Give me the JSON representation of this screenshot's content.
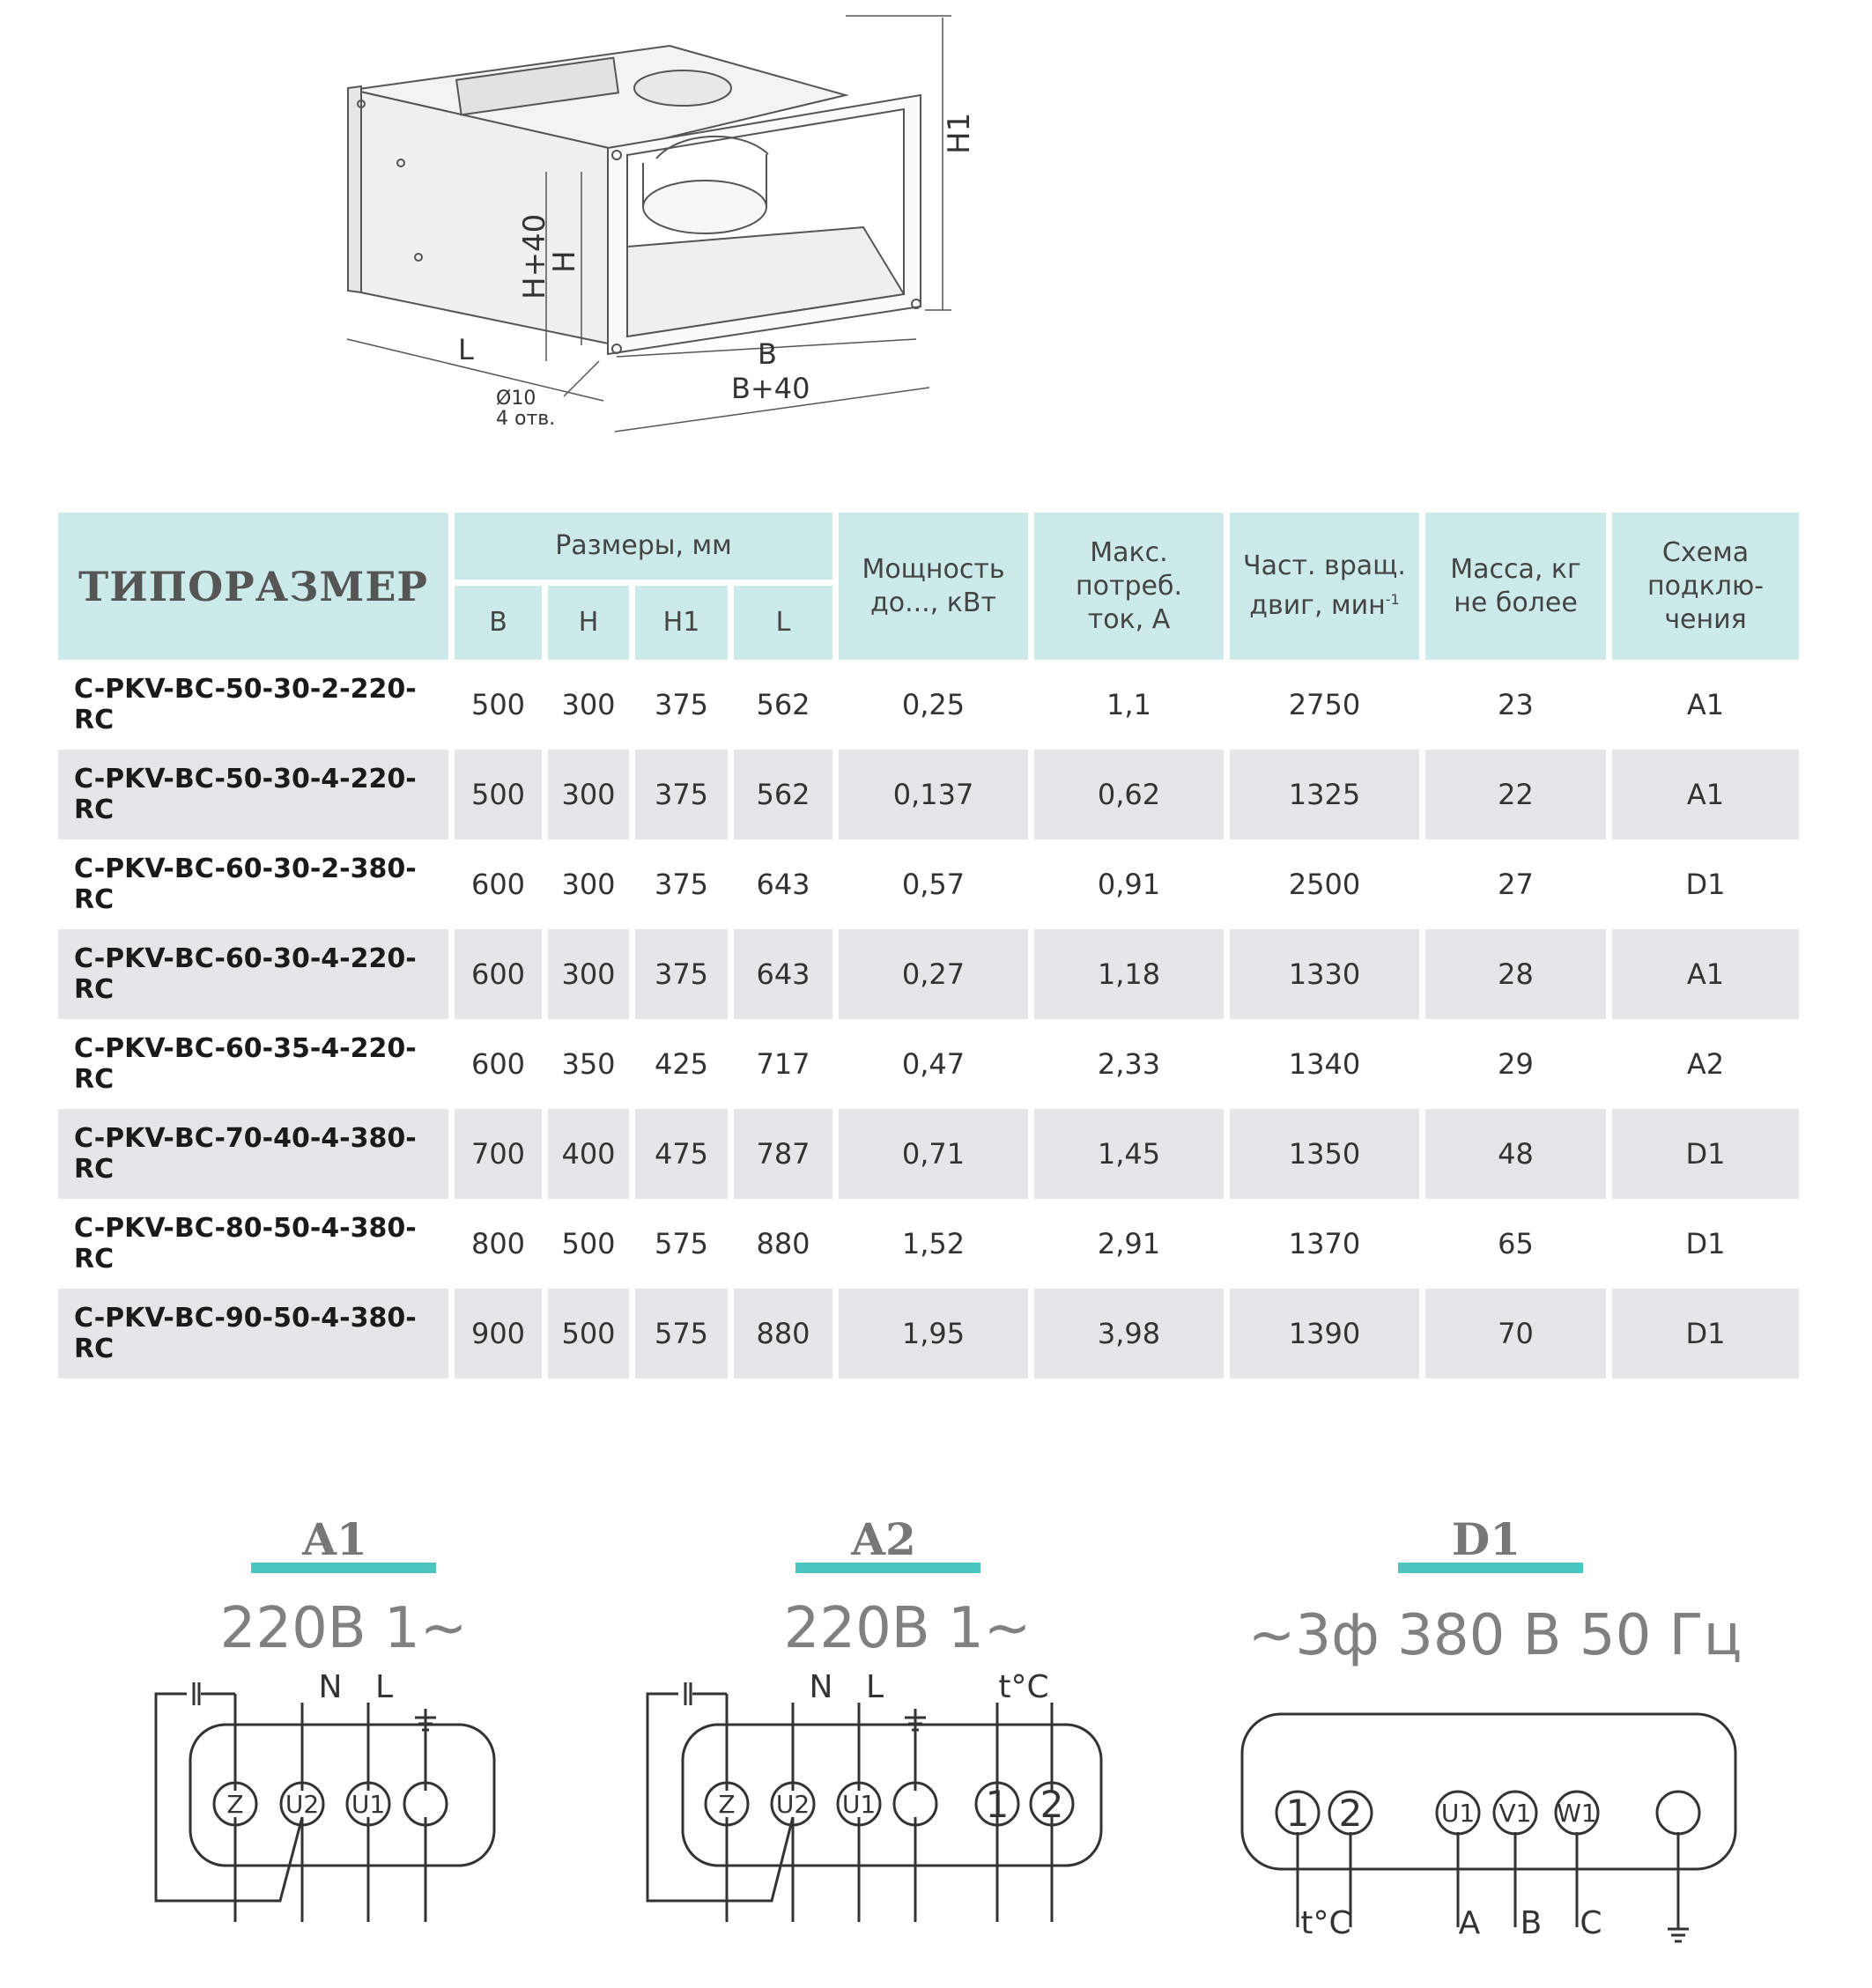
{
  "drawing": {
    "dims": {
      "h1": "H1",
      "h40": "H+40",
      "h": "H",
      "l": "L",
      "b": "B",
      "b40": "B+40",
      "hole": "Ø10",
      "holes": "4 отв."
    }
  },
  "table": {
    "header": {
      "model": "ТИПОРАЗМЕР",
      "sizes": "Размеры, мм",
      "b": "B",
      "h": "H",
      "h1": "H1",
      "l": "L",
      "power_l1": "Мощность",
      "power_l2": "до..., кВт",
      "current_l1": "Макс.",
      "current_l2": "потреб.",
      "current_l3": "ток, А",
      "rpm_l1": "Част. вращ.",
      "rpm_l2": "двиг, мин",
      "rpm_sup": "-1",
      "mass_l1": "Масса, кг",
      "mass_l2": "не более",
      "scheme_l1": "Схема",
      "scheme_l2": "подклю-",
      "scheme_l3": "чения"
    },
    "rows": [
      [
        "C-PKV-BC-50-30-2-220-RC",
        "500",
        "300",
        "375",
        "562",
        "0,25",
        "1,1",
        "2750",
        "23",
        "A1"
      ],
      [
        "C-PKV-BC-50-30-4-220-RC",
        "500",
        "300",
        "375",
        "562",
        "0,137",
        "0,62",
        "1325",
        "22",
        "A1"
      ],
      [
        "C-PKV-BC-60-30-2-380-RC",
        "600",
        "300",
        "375",
        "643",
        "0,57",
        "0,91",
        "2500",
        "27",
        "D1"
      ],
      [
        "C-PKV-BC-60-30-4-220-RC",
        "600",
        "300",
        "375",
        "643",
        "0,27",
        "1,18",
        "1330",
        "28",
        "A1"
      ],
      [
        "C-PKV-BC-60-35-4-220-RC",
        "600",
        "350",
        "425",
        "717",
        "0,47",
        "2,33",
        "1340",
        "29",
        "A2"
      ],
      [
        "C-PKV-BC-70-40-4-380-RC",
        "700",
        "400",
        "475",
        "787",
        "0,71",
        "1,45",
        "1350",
        "48",
        "D1"
      ],
      [
        "C-PKV-BC-80-50-4-380-RC",
        "800",
        "500",
        "575",
        "880",
        "1,52",
        "2,91",
        "1370",
        "65",
        "D1"
      ],
      [
        "C-PKV-BC-90-50-4-380-RC",
        "900",
        "500",
        "575",
        "880",
        "1,95",
        "3,98",
        "1390",
        "70",
        "D1"
      ]
    ]
  },
  "schemes": {
    "a1": {
      "title": "A1",
      "voltage": "220В 1~",
      "n": "N",
      "l": "L",
      "t1": "Z",
      "t2": "U2",
      "t3": "U1"
    },
    "a2": {
      "title": "A2",
      "voltage": "220В 1~",
      "n": "N",
      "l": "L",
      "tc": "t°C",
      "t1": "Z",
      "t2": "U2",
      "t3": "U1",
      "t5": "1",
      "t6": "2"
    },
    "d1": {
      "title": "D1",
      "voltage": "~3ф 380 В 50 Гц",
      "t1": "1",
      "t2": "2",
      "t3": "U1",
      "t4": "V1",
      "t5": "W1",
      "tc": "t°C",
      "a": "A",
      "b": "B",
      "c": "C"
    }
  },
  "colors": {
    "accent": "#4cc4c0",
    "header_bg": "#cceaea",
    "stripe": "#e6e6e8"
  }
}
